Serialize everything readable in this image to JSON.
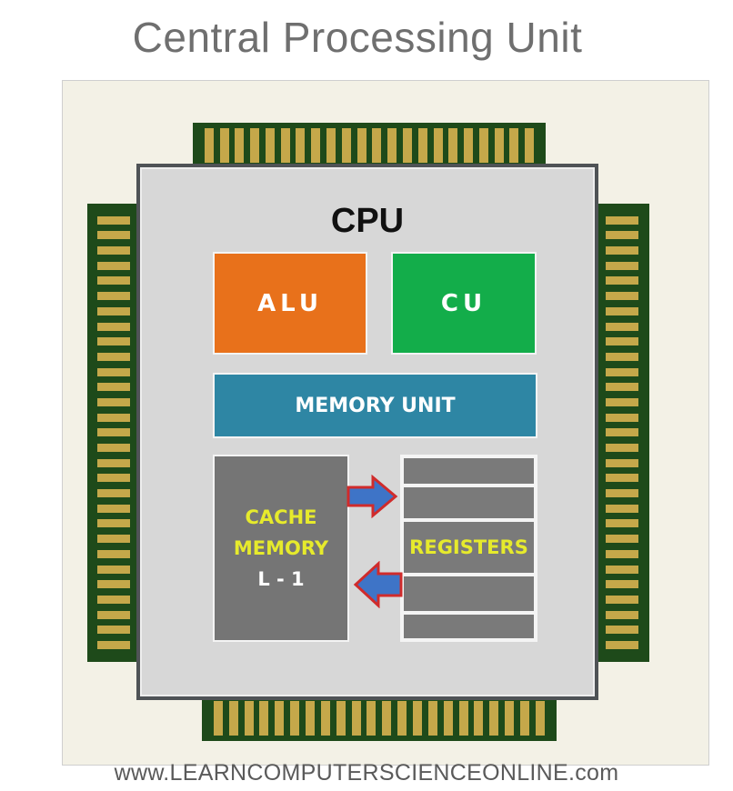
{
  "title": "Central Processing Unit",
  "chip": {
    "label": "CPU",
    "alu_label": "ALU",
    "cu_label": "CU",
    "memory_unit_label": "MEMORY UNIT",
    "cache": {
      "line1": "CACHE",
      "line2": "MEMORY",
      "line3": "L - 1"
    },
    "registers_label": "REGISTERS"
  },
  "footer": "www.LEARNCOMPUTERSCIENCEONLINE.com",
  "colors": {
    "alu": "#e8711b",
    "cu": "#13ad4a",
    "memory_unit": "#2e86a4",
    "cache": "#757575",
    "register": "#7a7a7a",
    "arrow_fill": "#3e74c7",
    "arrow_outline": "#d02b2b",
    "pin_gold": "#c5a84a",
    "pin_band": "#1e4a1a"
  },
  "icons": [
    "arrow-right-icon",
    "arrow-left-icon"
  ]
}
